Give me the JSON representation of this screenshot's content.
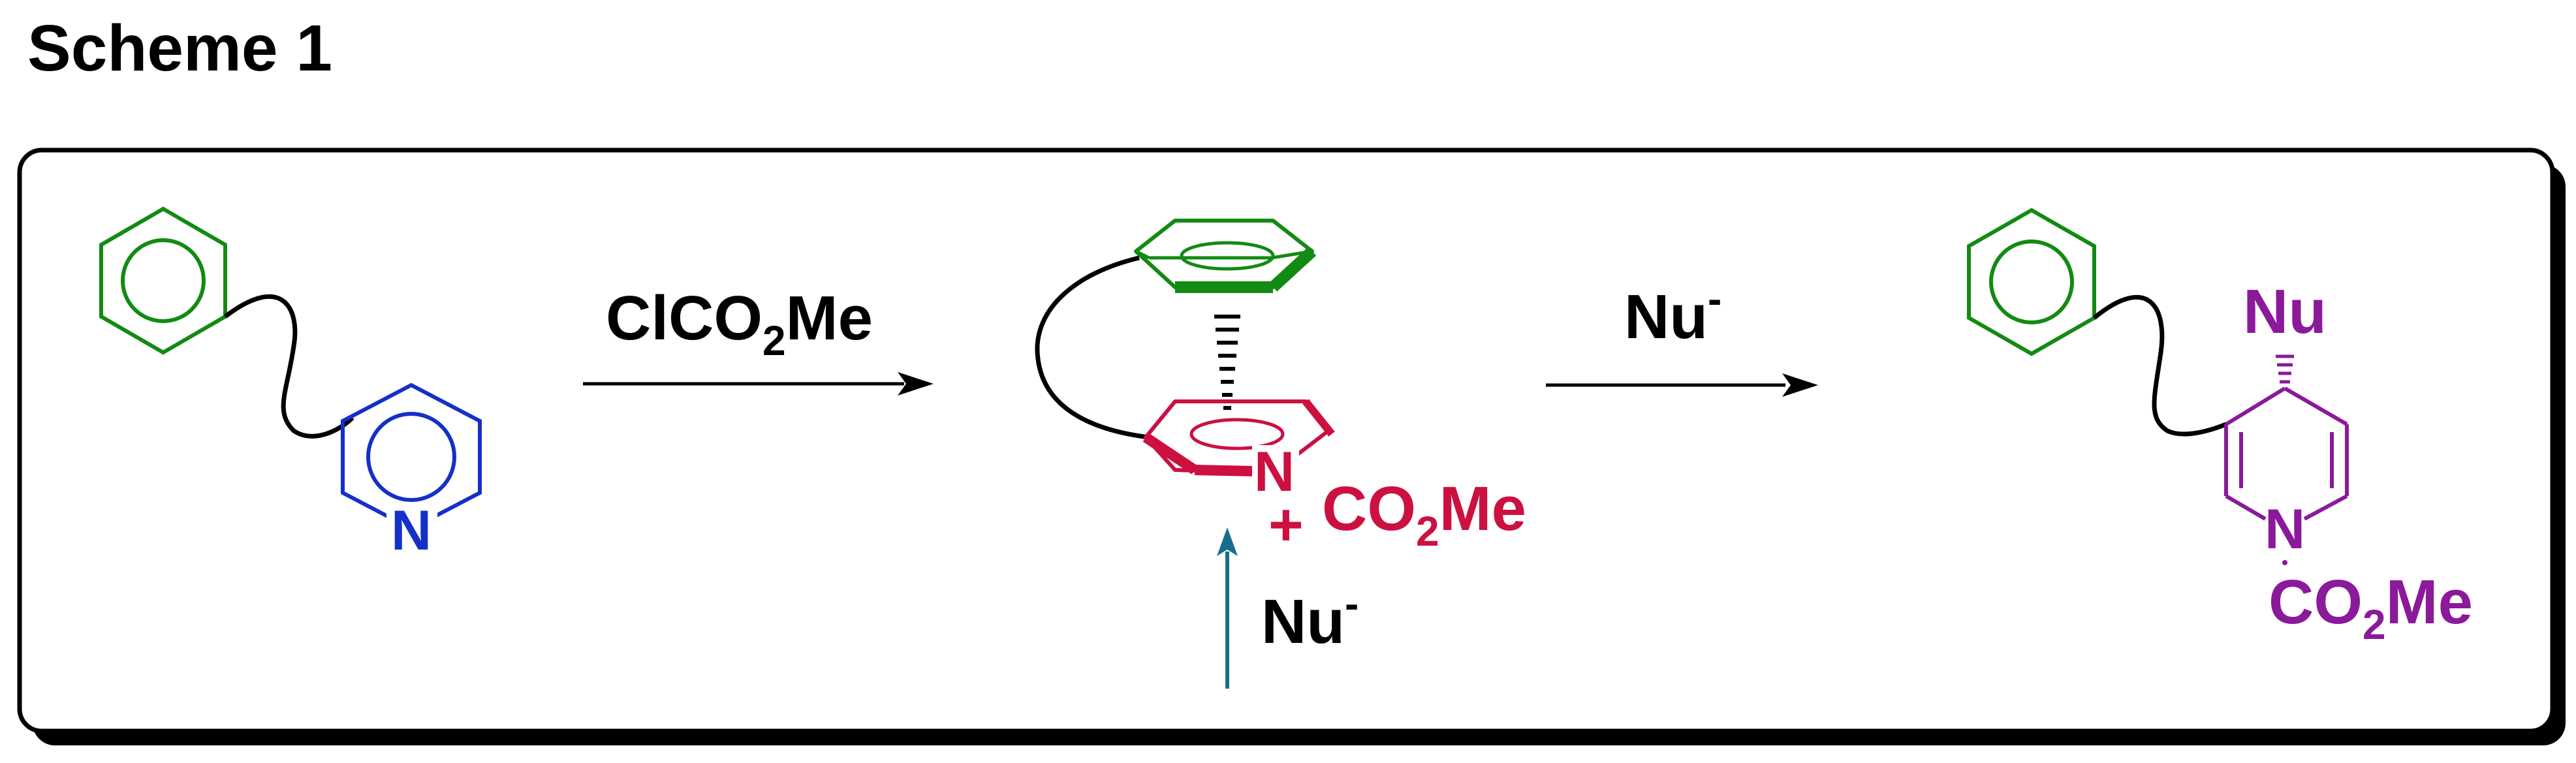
{
  "title": "Scheme 1",
  "colors": {
    "phenyl": "#138a13",
    "pyridine": "#1530c8",
    "pyridinium": "#cc1040",
    "product": "#8a1a9a",
    "attack_arrow": "#1a6e8c",
    "linker": "#000000",
    "frame": "#000000"
  },
  "step1": {
    "reagent_main": "ClCO",
    "reagent_sub": "2",
    "reagent_tail": "Me"
  },
  "step2": {
    "reagent_main": "Nu",
    "reagent_sup": "-"
  },
  "starting_material": {
    "nitrogen": "N"
  },
  "intermediate": {
    "nitrogen": "N",
    "charge": "+",
    "group_main": "CO",
    "group_sub": "2",
    "group_tail": "Me",
    "attack_main": "Nu",
    "attack_sup": "-"
  },
  "product": {
    "nitrogen": "N",
    "nucleophile": "Nu",
    "group_main": "CO",
    "group_sub": "2",
    "group_tail": "Me"
  }
}
